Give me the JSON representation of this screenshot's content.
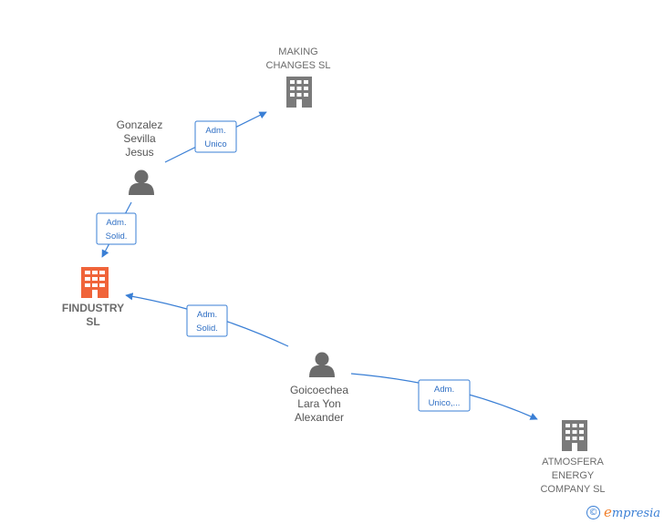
{
  "colors": {
    "edge": "#3a7fd5",
    "company": "#7a7a7a",
    "focus_company": "#f0643a",
    "person": "#6b6b6b"
  },
  "nodes": {
    "making_changes": {
      "type": "company",
      "icon": "building-icon",
      "lines": [
        "MAKING",
        "CHANGES  SL"
      ]
    },
    "gonzalez": {
      "type": "person",
      "icon": "person-icon",
      "lines": [
        "Gonzalez",
        "Sevilla",
        "Jesus"
      ]
    },
    "findustry": {
      "type": "company-focus",
      "icon": "building-icon",
      "lines": [
        "FINDUSTRY",
        "SL"
      ]
    },
    "goicoechea": {
      "type": "person",
      "icon": "person-icon",
      "lines": [
        "Goicoechea",
        "Lara Yon",
        "Alexander"
      ]
    },
    "atmosfera": {
      "type": "company",
      "icon": "building-icon",
      "lines": [
        "ATMOSFERA",
        "ENERGY",
        "COMPANY  SL"
      ]
    }
  },
  "edges": {
    "gonzalez_making": {
      "lines": [
        "Adm.",
        "Unico"
      ]
    },
    "gonzalez_findustry": {
      "lines": [
        "Adm.",
        "Solid."
      ]
    },
    "goicoechea_findustry": {
      "lines": [
        "Adm.",
        "Solid."
      ]
    },
    "goicoechea_atmosfera": {
      "lines": [
        "Adm.",
        "Unico,..."
      ]
    }
  },
  "watermark": {
    "symbol": "©",
    "brand_first": "e",
    "brand_rest": "mpresia"
  }
}
